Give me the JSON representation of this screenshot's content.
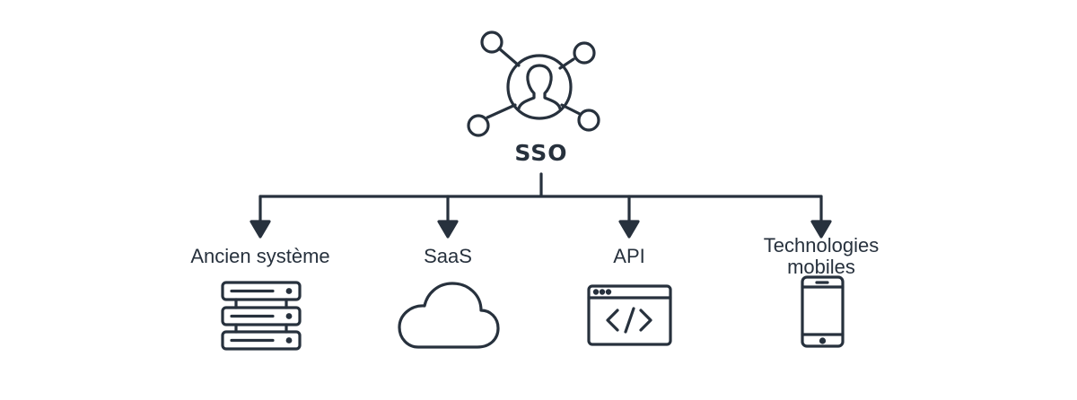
{
  "colors": {
    "stroke": "#27313d",
    "background": "#ffffff"
  },
  "root": {
    "label": "SSO",
    "icon": "user-network-icon"
  },
  "targets": [
    {
      "label": "Ancien système",
      "icon": "server-stack-icon"
    },
    {
      "label": "SaaS",
      "icon": "cloud-icon"
    },
    {
      "label": "API",
      "icon": "code-window-icon"
    },
    {
      "label_lines": [
        "Technologies",
        "mobiles"
      ],
      "icon": "smartphone-icon"
    }
  ]
}
